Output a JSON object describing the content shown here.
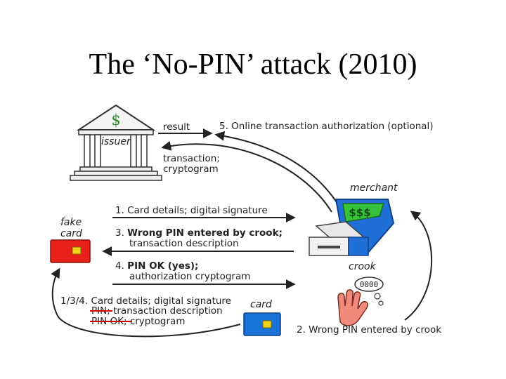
{
  "title": "The ‘No-PIN’ attack (2010)",
  "nodes": {
    "issuer": "issuer",
    "issuer_symbol": "$",
    "merchant": "merchant",
    "terminal_display": "$$$",
    "fake_card": [
      "fake",
      "card"
    ],
    "crook": "crook",
    "crook_thought": "0000",
    "card": "card"
  },
  "messages": {
    "result": "result",
    "step5": "5. Online transaction authorization (optional)",
    "transaction_line1": "transaction;",
    "transaction_line2": "cryptogram",
    "step1": "1. Card details; digital signature",
    "step3_prefix": "3. ",
    "step3_bold": "Wrong PIN entered by crook;",
    "step3_line2": "transaction description",
    "step4_prefix": "4. ",
    "step4_bold": "PIN OK (yes);",
    "step4_line2": "authorization cryptogram",
    "step134_line1": "1/3/4. Card details; digital signature",
    "step134_line2_struck": "PIN;",
    "step134_line2_rest": " transaction description",
    "step134_line3_struck": "PIN OK;",
    "step134_line3_rest": " cryptogram",
    "step2": "2. Wrong PIN entered by crook"
  },
  "colors": {
    "terminal_blue": "#1f6fd6",
    "terminal_screen": "#38c23a",
    "card_red": "#e8201a",
    "card_blue": "#1a74d8",
    "chip": "#f0d21c",
    "hand": "#f08a7a",
    "strike": "#cc0000"
  }
}
